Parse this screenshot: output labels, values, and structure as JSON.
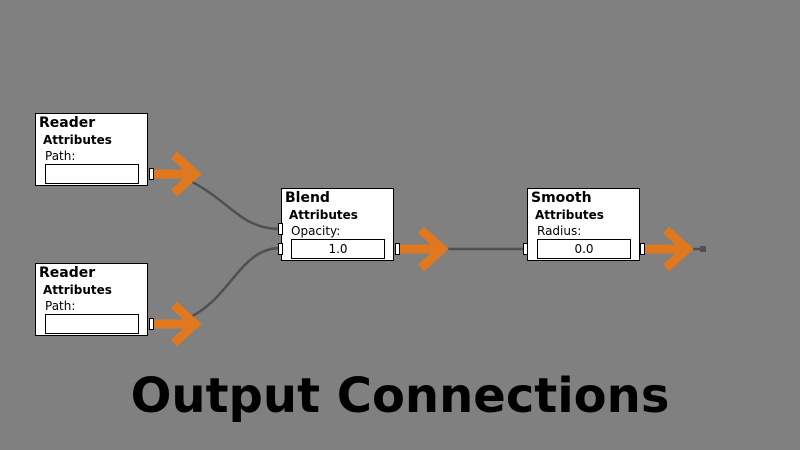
{
  "nodes": [
    {
      "title": "Reader",
      "section": "Attributes",
      "param_label": "Path:",
      "param_value": ""
    },
    {
      "title": "Reader",
      "section": "Attributes",
      "param_label": "Path:",
      "param_value": ""
    },
    {
      "title": "Blend",
      "section": "Attributes",
      "param_label": "Opacity:",
      "param_value": "1.0"
    },
    {
      "title": "Smooth",
      "section": "Attributes",
      "param_label": "Radius:",
      "param_value": "0.0"
    }
  ],
  "caption": "Output Connections",
  "colors": {
    "arrow": "#e07820",
    "wire": "#505050",
    "background": "#808080"
  }
}
